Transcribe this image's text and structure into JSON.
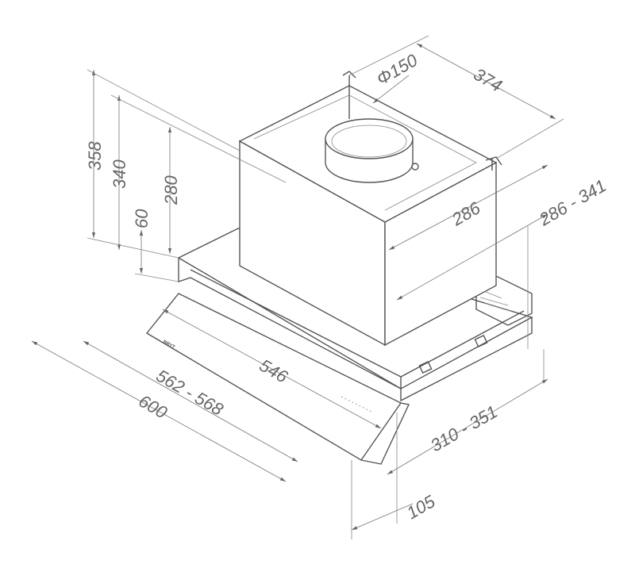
{
  "title": "Range hood dimension drawing",
  "logo_text": "BRYT",
  "dimensions": {
    "duct_diameter": "Φ150",
    "depth_top": "374",
    "height_total": "358",
    "height_340": "340",
    "height_60": "60",
    "height_body": "280",
    "body_width": "286",
    "body_width_range": "286 - 341",
    "panel_width": "546",
    "width_range": "562 - 568",
    "width_total": "600",
    "depth_range": "310 - 351",
    "front_depth": "105"
  }
}
